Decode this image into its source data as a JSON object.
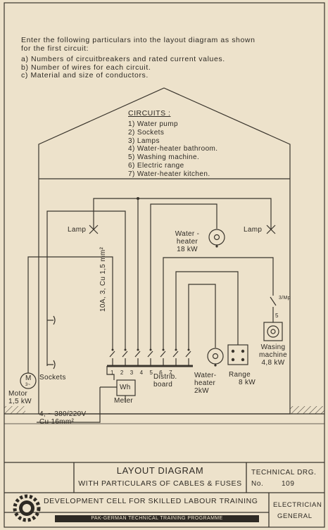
{
  "instructions": {
    "intro_line1": "Enter the following particulars into the layout diagram as shown",
    "intro_line2": "for the first circuit:",
    "items": [
      "a)  Numbers of circuitbreakers  and rated current values.",
      "b)  Number of wires for each circuit.",
      "c)  Material  and  size of conductors."
    ]
  },
  "circuits": {
    "title": "CIRCUITS :",
    "items": [
      "1)  Water pump",
      "2)  Sockets",
      "3)  Lamps",
      "4)  Water-heater bathroom.",
      "5)  Washing machine.",
      "6)  Electric range",
      "7)  Water-heater kitchen."
    ]
  },
  "diagram": {
    "lamp_left": "Lamp",
    "lamp_right": "Lamp",
    "heater_top_line1": "Water -",
    "heater_top_line2": "heater",
    "heater_top_line3": "18 kW",
    "rating_label": "10A, 3, Cu 1,5 mm²",
    "breaker_numbers": [
      "1",
      "2",
      "3",
      "4",
      "5",
      "6",
      "7"
    ],
    "motor_symbol": "M",
    "motor_sub": "3~",
    "motor_line1": "Motor",
    "motor_line2": "1,5 kW",
    "sockets": "Sockets",
    "meter_symbol": "Wh",
    "meter": "Meter",
    "distrib_line1": "Distrib.",
    "distrib_line2": "board",
    "heater_small_line1": "Water-",
    "heater_small_line2": "heater",
    "heater_small_line3": "2kW",
    "range_line1": "Range",
    "range_line2": "8 kW",
    "washing_line1": "Wasing",
    "washing_line2": "machine",
    "washing_line3": "4,8 kW",
    "switch_label": "3/Mp",
    "switch_sub": "5",
    "supply_line1": "4, ~ 380/220V",
    "supply_line2": "Cu 16mm²"
  },
  "title_block": {
    "title": "LAYOUT DIAGRAM",
    "subtitle": "WITH PARTICULARS OF CABLES & FUSES",
    "tech_label": "TECHNICAL  DRG.",
    "no_label": "No.",
    "no_value": "109",
    "org": "DEVELOPMENT CELL FOR SKILLED LABOUR TRAINING",
    "programme": "PAK-GERMAN TECHNICAL TRAINING PROGRAMME",
    "trade_line1": "ELECTRICIAN",
    "trade_line2": "GENERAL"
  }
}
